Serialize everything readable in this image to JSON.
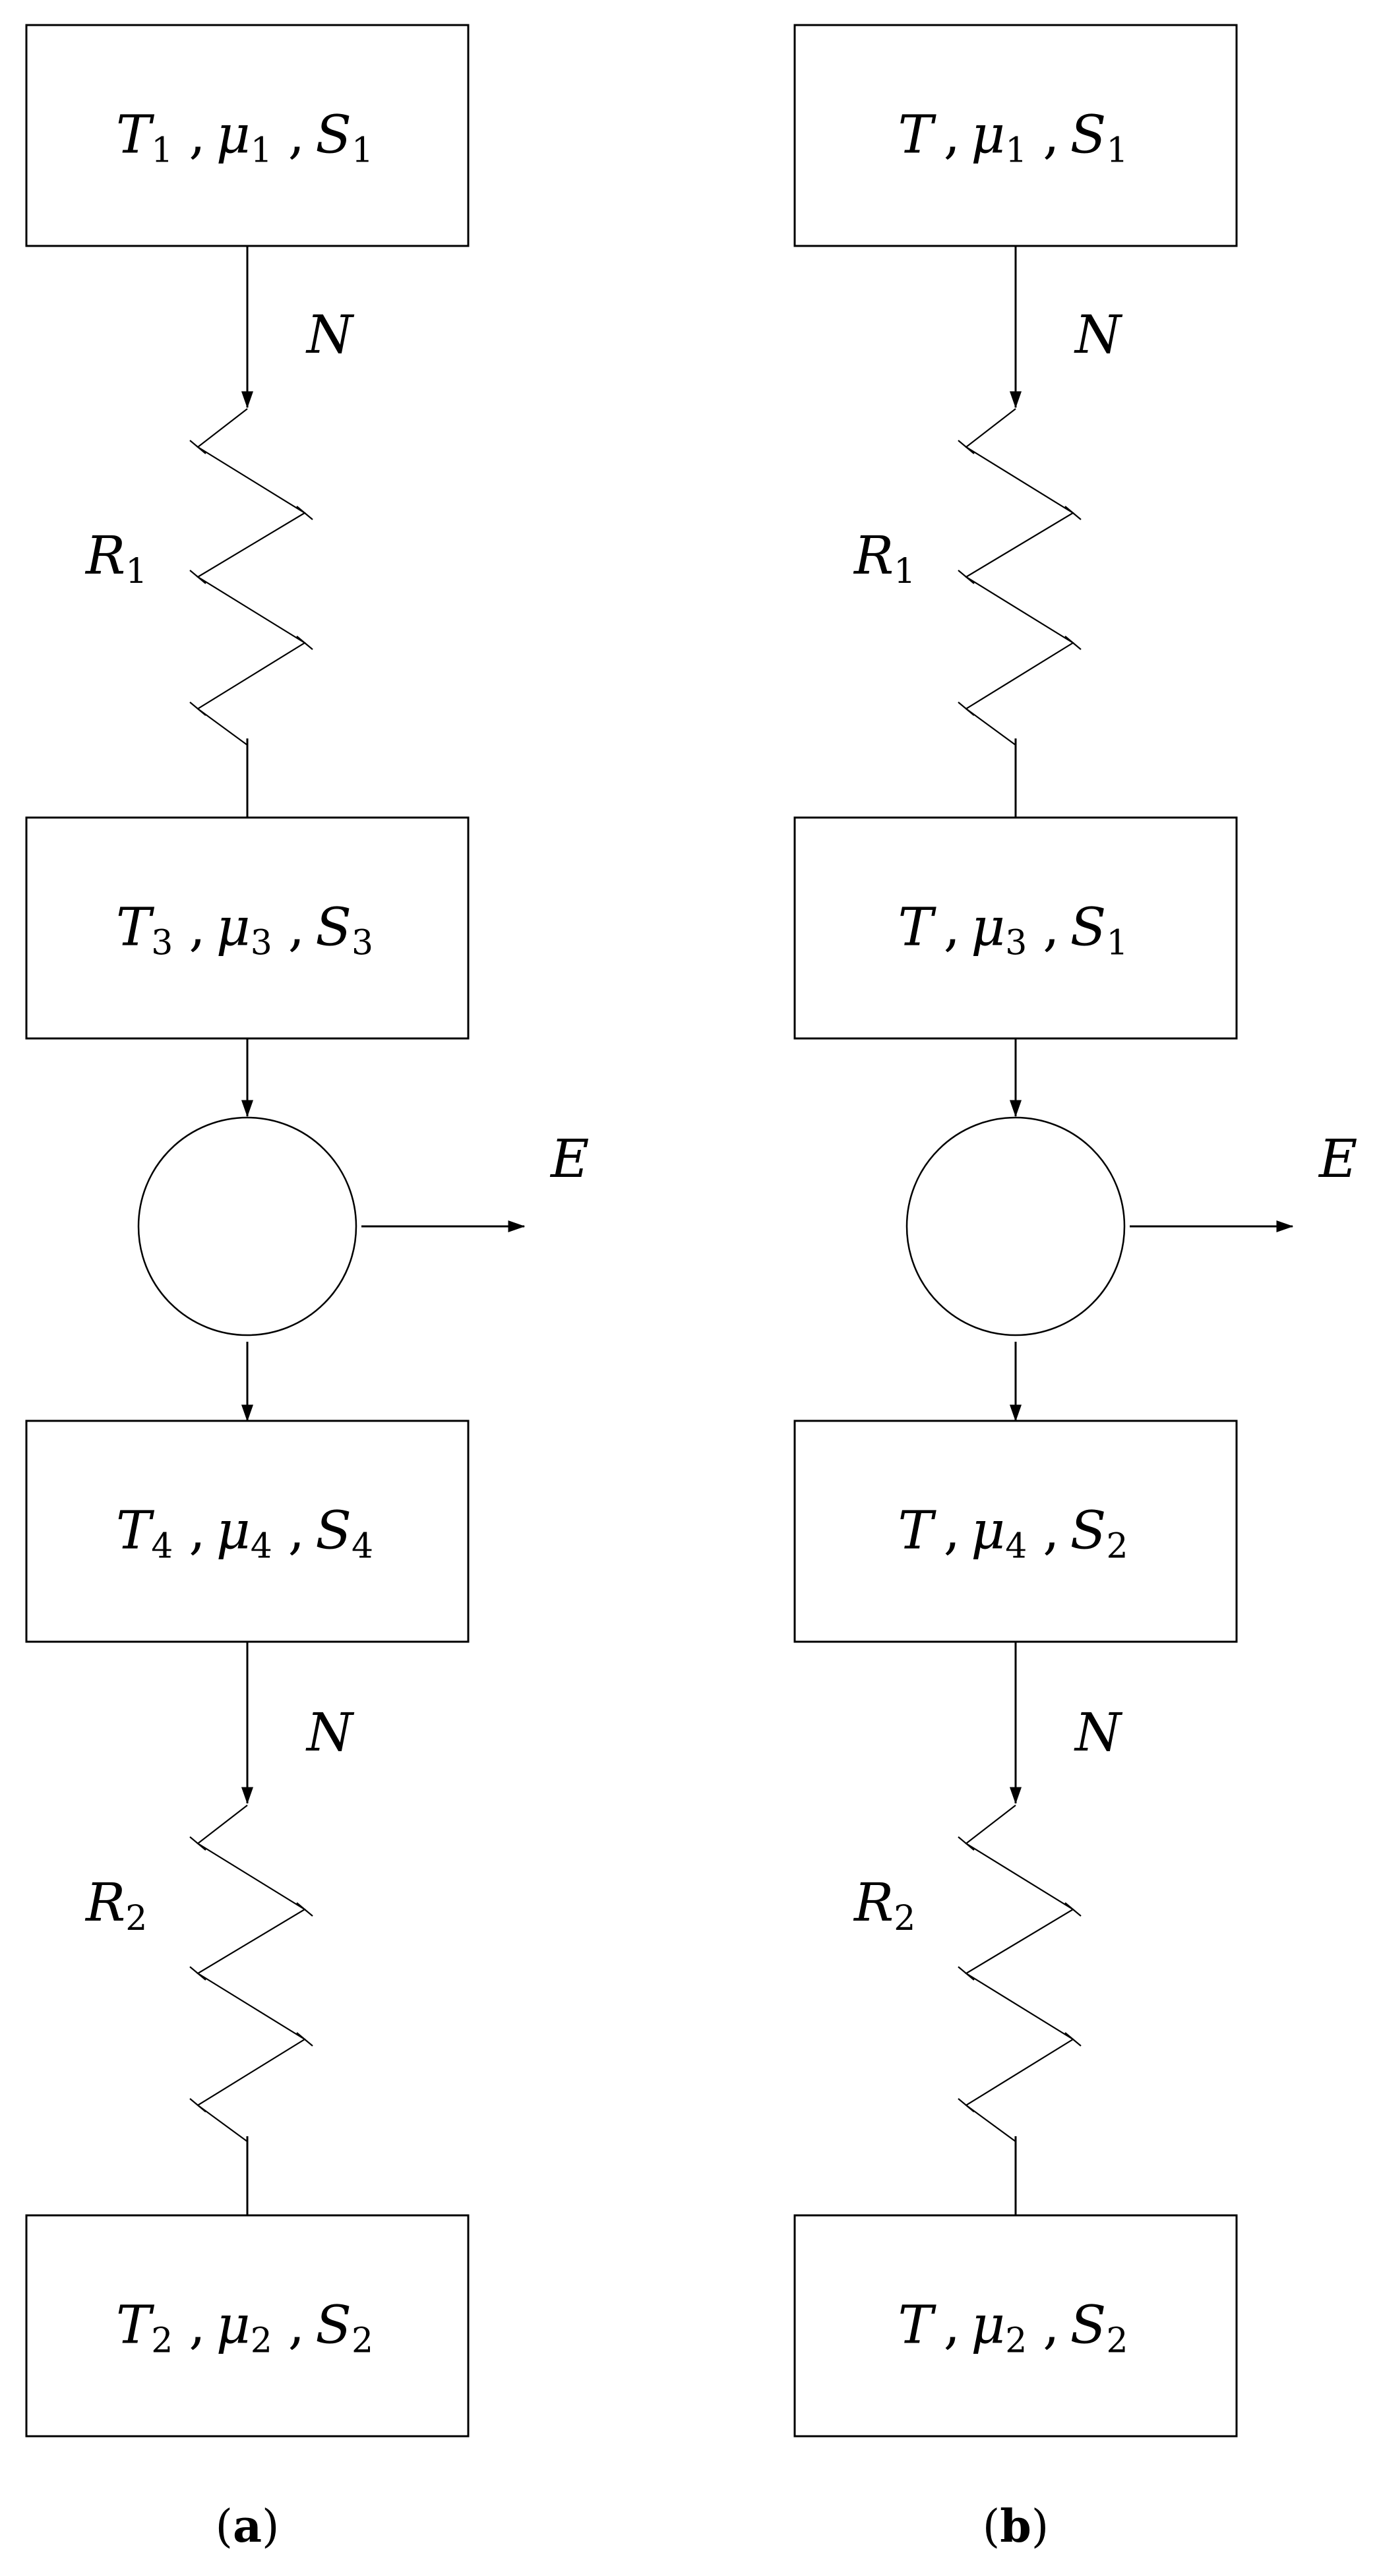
{
  "diagrams": [
    {
      "id": "a",
      "caption": "(a)",
      "caption_letter": "a",
      "flow_label_top": "N",
      "flow_label_bottom": "N",
      "energy_label": "E",
      "resistor_top": {
        "symbol": "R",
        "sub": "1"
      },
      "resistor_bottom": {
        "symbol": "R",
        "sub": "2"
      },
      "boxes": [
        {
          "name": "reservoir-1",
          "terms": [
            {
              "v": "T",
              "s": "1"
            },
            {
              "v": "μ",
              "s": "1"
            },
            {
              "v": "S",
              "s": "1"
            }
          ]
        },
        {
          "name": "reservoir-3",
          "terms": [
            {
              "v": "T",
              "s": "3"
            },
            {
              "v": "μ",
              "s": "3"
            },
            {
              "v": "S",
              "s": "3"
            }
          ]
        },
        {
          "name": "reservoir-4",
          "terms": [
            {
              "v": "T",
              "s": "4"
            },
            {
              "v": "μ",
              "s": "4"
            },
            {
              "v": "S",
              "s": "4"
            }
          ]
        },
        {
          "name": "reservoir-2",
          "terms": [
            {
              "v": "T",
              "s": "2"
            },
            {
              "v": "μ",
              "s": "2"
            },
            {
              "v": "S",
              "s": "2"
            }
          ]
        }
      ]
    },
    {
      "id": "b",
      "caption": "(b)",
      "caption_letter": "b",
      "flow_label_top": "N",
      "flow_label_bottom": "N",
      "energy_label": "E",
      "resistor_top": {
        "symbol": "R",
        "sub": "1"
      },
      "resistor_bottom": {
        "symbol": "R",
        "sub": "2"
      },
      "boxes": [
        {
          "name": "reservoir-1",
          "terms": [
            {
              "v": "T",
              "s": ""
            },
            {
              "v": "μ",
              "s": "1"
            },
            {
              "v": "S",
              "s": "1"
            }
          ]
        },
        {
          "name": "reservoir-3",
          "terms": [
            {
              "v": "T",
              "s": ""
            },
            {
              "v": "μ",
              "s": "3"
            },
            {
              "v": "S",
              "s": "1"
            }
          ]
        },
        {
          "name": "reservoir-4",
          "terms": [
            {
              "v": "T",
              "s": ""
            },
            {
              "v": "μ",
              "s": "4"
            },
            {
              "v": "S",
              "s": "2"
            }
          ]
        },
        {
          "name": "reservoir-2",
          "terms": [
            {
              "v": "T",
              "s": ""
            },
            {
              "v": "μ",
              "s": "2"
            },
            {
              "v": "S",
              "s": "2"
            }
          ]
        }
      ]
    }
  ]
}
